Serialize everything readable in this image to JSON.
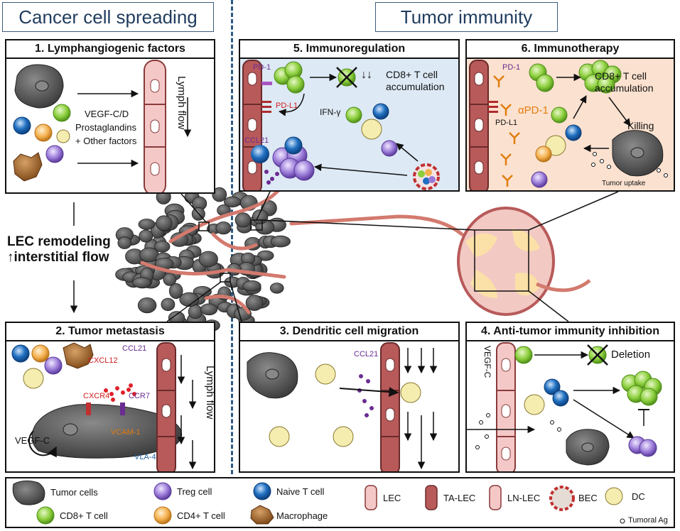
{
  "headers": {
    "left": "Cancer cell spreading",
    "right": "Tumor immunity"
  },
  "middle": {
    "line1": "LEC remodeling",
    "line2": "↑interstitial flow"
  },
  "panel1": {
    "title": "1. Lymphangiogenic factors",
    "factor1": "VEGF-C/D",
    "factor2": "Prostaglandins",
    "factor3": "+ Other factors",
    "flow": "Lymph flow"
  },
  "panel2": {
    "title": "2. Tumor metastasis",
    "ccl21": "CCL21",
    "cxcl12": "CXCL12",
    "cxcr4": "CXCR4",
    "ccr7": "CCR7",
    "vcam": "VCAM-1",
    "vla": "VLA-4",
    "vegfc": "VEGF-C",
    "flow": "Lymph flow"
  },
  "panel3": {
    "title": "3. Dendritic cell migration",
    "ccl21": "CCL21"
  },
  "panel4": {
    "title": "4. Anti-tumor immunity inhibition",
    "vegfc": "VEGF-C",
    "deletion": "Deletion"
  },
  "panel5": {
    "title": "5. Immunoregulation",
    "pd1": "PD-1",
    "pdl1": "PD-L1",
    "ifn": "IFN-γ",
    "ccl21": "CCL21",
    "result_line1": "CD8+ T cell",
    "result_line2": "accumulation"
  },
  "panel6": {
    "title": "6. Immunotherapy",
    "pd1": "PD-1",
    "pdl1": "PD-L1",
    "apd1": "αPD-1",
    "result_line1": "CD8+ T cell",
    "result_line2": "accumulation",
    "killing": "Killing",
    "uptake": "Tumor uptake"
  },
  "legend": {
    "tumor": "Tumor cells",
    "treg": "Treg cell",
    "naive": "Naive T cell",
    "lec": "LEC",
    "ta_lec": "TA-LEC",
    "ln_lec": "LN-LEC",
    "bec": "BEC",
    "dc": "DC",
    "cd8": "CD8+ T cell",
    "cd4": "CD4+ T cell",
    "macrophage": "Macrophage",
    "antigen": "Tumoral Ag"
  },
  "colors": {
    "cd8": "#8ccf3c",
    "cd4": "#f4b04e",
    "naive": "#1f6fc0",
    "treg": "#9a7ad8",
    "tumor": "#555555",
    "macrophage": "#a8682a",
    "lec": "#f5c8c8",
    "ta_lec": "#b85a5a",
    "bec": "#c03030",
    "dc": "#f5ecb0",
    "header": "#1f3c5e"
  }
}
